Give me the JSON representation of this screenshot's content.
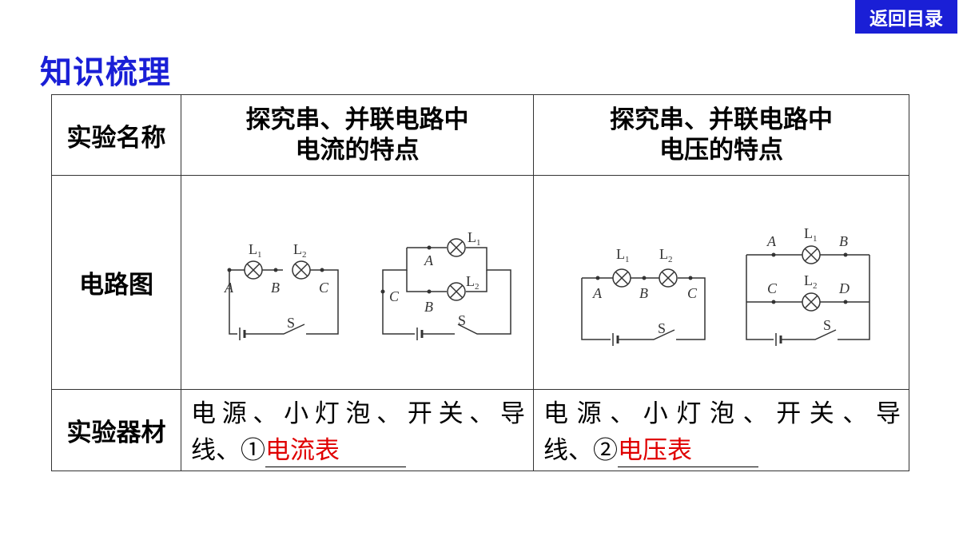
{
  "nav": {
    "back_label": "返回目录"
  },
  "heading": "知识梳理",
  "table": {
    "row_labels": {
      "name": "实验名称",
      "diagram": "电路图",
      "materials": "实验器材"
    },
    "current": {
      "title_line1": "探究串、并联电路中",
      "title_line2": "电流的特点",
      "materials_line1": "电源、小灯泡、开关、导",
      "materials_line2": "线、①",
      "answer": "电流表"
    },
    "voltage": {
      "title_line1": "探究串、并联电路中",
      "title_line2": "电压的特点",
      "materials_line1": "电源、小灯泡、开关、导",
      "materials_line2": "线、②",
      "answer": "电压表"
    }
  },
  "circuit_labels": {
    "L": "L",
    "sub1": "1",
    "sub2": "2",
    "A": "A",
    "B": "B",
    "C": "C",
    "D": "D",
    "S": "S"
  },
  "colors": {
    "accent": "#1a1fd6",
    "answer": "#e00000"
  },
  "icons": [
    "lamp-icon",
    "battery-icon",
    "switch-icon"
  ]
}
